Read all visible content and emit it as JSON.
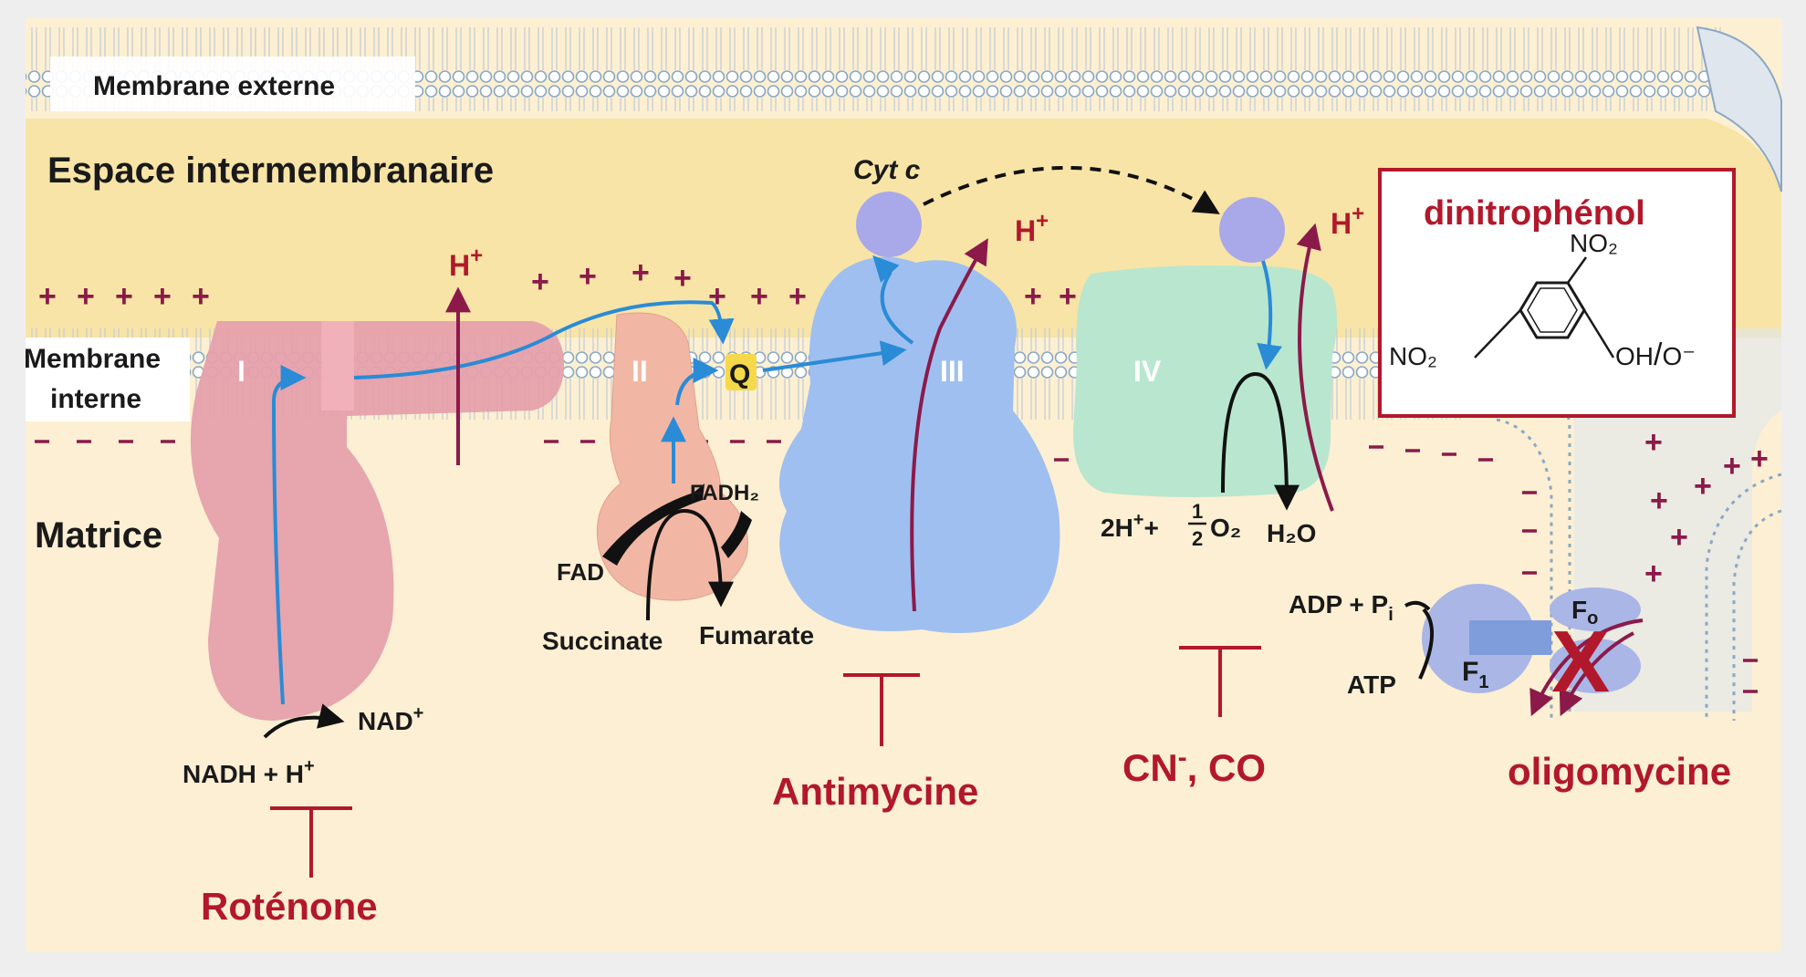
{
  "labels": {
    "outer_membrane": "Membrane externe",
    "intermembrane_space": "Espace intermembranaire",
    "inner_membrane_line1": "Membrane",
    "inner_membrane_line2": "interne",
    "matrix": "Matrice"
  },
  "complexes": {
    "c1": "I",
    "c2": "II",
    "c3": "III",
    "c4": "IV",
    "quinone": "Q",
    "cytc": "Cyt c",
    "f1": "F",
    "f1_sub": "1",
    "fo": "F",
    "fo_sub": "o"
  },
  "protons": {
    "h": "H",
    "plus": "+"
  },
  "metabolites": {
    "nadh": "NADH + H",
    "nad": "NAD",
    "fadh2": "FADH₂",
    "fad": "FAD",
    "succinate": "Succinate",
    "fumarate": "Fumarate",
    "o2_left": "2H",
    "o2_mid": "+",
    "o2_num": "1",
    "o2_den": "2",
    "o2_o": "O₂",
    "water": "H₂O",
    "adp": "ADP + P",
    "adp_sub": "i",
    "atp": "ATP"
  },
  "inhibitors": {
    "rotenone": "Roténone",
    "antimycin": "Antimycine",
    "cyanide_a": "CN",
    "cyanide_sup": "-",
    "cyanide_b": ", CO",
    "oligomycin": "oligomycine",
    "cross": "X"
  },
  "dnp": {
    "title": "dinitrophénol",
    "no2_top": "NO₂",
    "no2_left": "NO₂",
    "oh": "OH",
    "slash": "/",
    "o_minus": "O⁻"
  },
  "colors": {
    "inhibitor_red": "#b2182b",
    "complex1": "#e6a0ab",
    "complex2": "#f2b7a4",
    "complex3": "#9fbff0",
    "complex4": "#b9e6cf",
    "electron_blue": "#2a8bd6",
    "proton_maroon": "#8b1a4a"
  }
}
